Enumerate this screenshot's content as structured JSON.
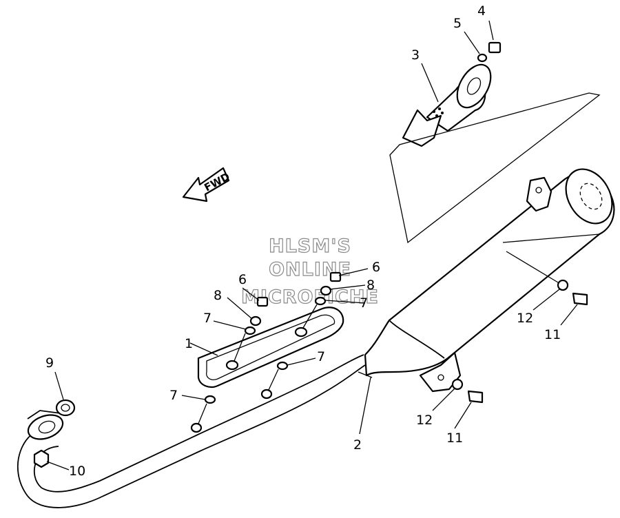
{
  "fwd_label": "FWD",
  "watermark": [
    "HLSM'S",
    "ONLINE",
    "MICROFICHE"
  ],
  "callouts": {
    "c1": "1",
    "c2": "2",
    "c3": "3",
    "c4": "4",
    "c5": "5",
    "c6a": "6",
    "c6b": "6",
    "c7a": "7",
    "c7b": "7",
    "c7c": "7",
    "c7d": "7",
    "c8a": "8",
    "c8b": "8",
    "c9": "9",
    "c10": "10",
    "c11a": "11",
    "c11b": "11",
    "c12a": "12",
    "c12b": "12"
  }
}
